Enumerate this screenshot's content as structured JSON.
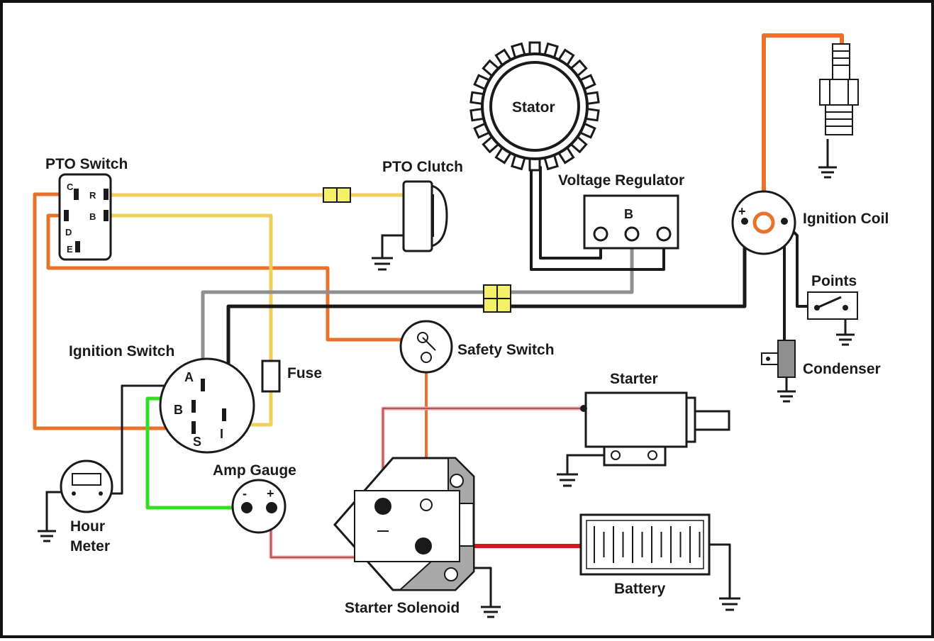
{
  "labels": {
    "pto_switch": "PTO Switch",
    "pto_clutch": "PTO Clutch",
    "stator": "Stator",
    "voltage_regulator": "Voltage Regulator",
    "regulator_terminal": "B",
    "ignition_coil": "Ignition Coil",
    "points": "Points",
    "condenser": "Condenser",
    "ignition_switch": "Ignition Switch",
    "fuse": "Fuse",
    "safety_switch": "Safety Switch",
    "starter": "Starter",
    "hour_meter_line1": "Hour",
    "hour_meter_line2": "Meter",
    "amp_gauge": "Amp Gauge",
    "battery": "Battery",
    "starter_solenoid": "Starter Solenoid"
  },
  "pto_terminals": {
    "c": "C",
    "r": "R",
    "b": "B",
    "d": "D",
    "e": "E"
  },
  "ignition_terminals": {
    "a": "A",
    "b": "B",
    "s": "S",
    "i": "I"
  },
  "amp_terminals": {
    "minus": "-",
    "plus": "+"
  },
  "coil_terminal": "+",
  "wire_colors": {
    "orange": "#e8722a",
    "yellow": "#f0cf5a",
    "black": "#1a1a1a",
    "gray": "#8f8f8f",
    "green": "#33dd22",
    "red": "#d01818",
    "pink": "#e8a0a0",
    "connector": "#f4f06a"
  }
}
